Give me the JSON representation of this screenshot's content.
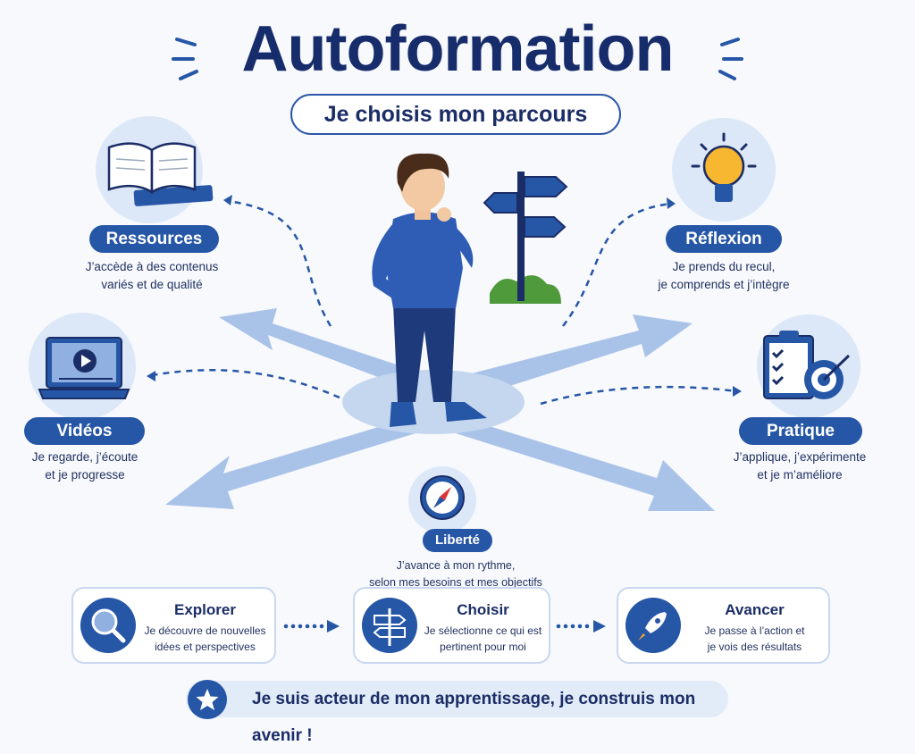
{
  "header": {
    "title": "Autoformation",
    "subtitle": "Je choisis mon parcours"
  },
  "nodes": {
    "ressources": {
      "label": "Ressources",
      "desc": [
        "J’accède à des contenus",
        "variés et de qualité"
      ],
      "icon": "book-icon"
    },
    "reflexion": {
      "label": "Réflexion",
      "desc": [
        "Je prends du recul,",
        "je comprends et j’intègre"
      ],
      "icon": "lightbulb-icon"
    },
    "videos": {
      "label": "Vidéos",
      "desc": [
        "Je regarde, j’écoute",
        "et je progresse"
      ],
      "icon": "laptop-play-icon"
    },
    "pratique": {
      "label": "Pratique",
      "desc": [
        "J’applique, j’expérimente",
        "et je m’améliore"
      ],
      "icon": "clipboard-target-icon"
    },
    "liberte": {
      "label": "Liberté",
      "desc": [
        "J’avance à mon rythme,",
        "selon mes besoins et mes objectifs"
      ],
      "icon": "compass-icon"
    }
  },
  "steps": [
    {
      "title": "Explorer",
      "desc": [
        "Je découvre de nouvelles",
        "idées et perspectives"
      ],
      "icon": "magnifier-icon"
    },
    {
      "title": "Choisir",
      "desc": [
        "Je sélectionne ce qui est",
        "pertinent pour moi"
      ],
      "icon": "signpost-icon"
    },
    {
      "title": "Avancer",
      "desc": [
        "Je passe à l’action et",
        "je vois des résultats"
      ],
      "icon": "rocket-icon"
    }
  ],
  "footer": {
    "text": "Je suis acteur de mon apprentissage, je construis mon avenir !",
    "icon": "star-icon"
  },
  "colors": {
    "primary": "#2656a6",
    "dark": "#172c6b",
    "light": "#dce8f7",
    "arrow": "#a9c3e8"
  }
}
